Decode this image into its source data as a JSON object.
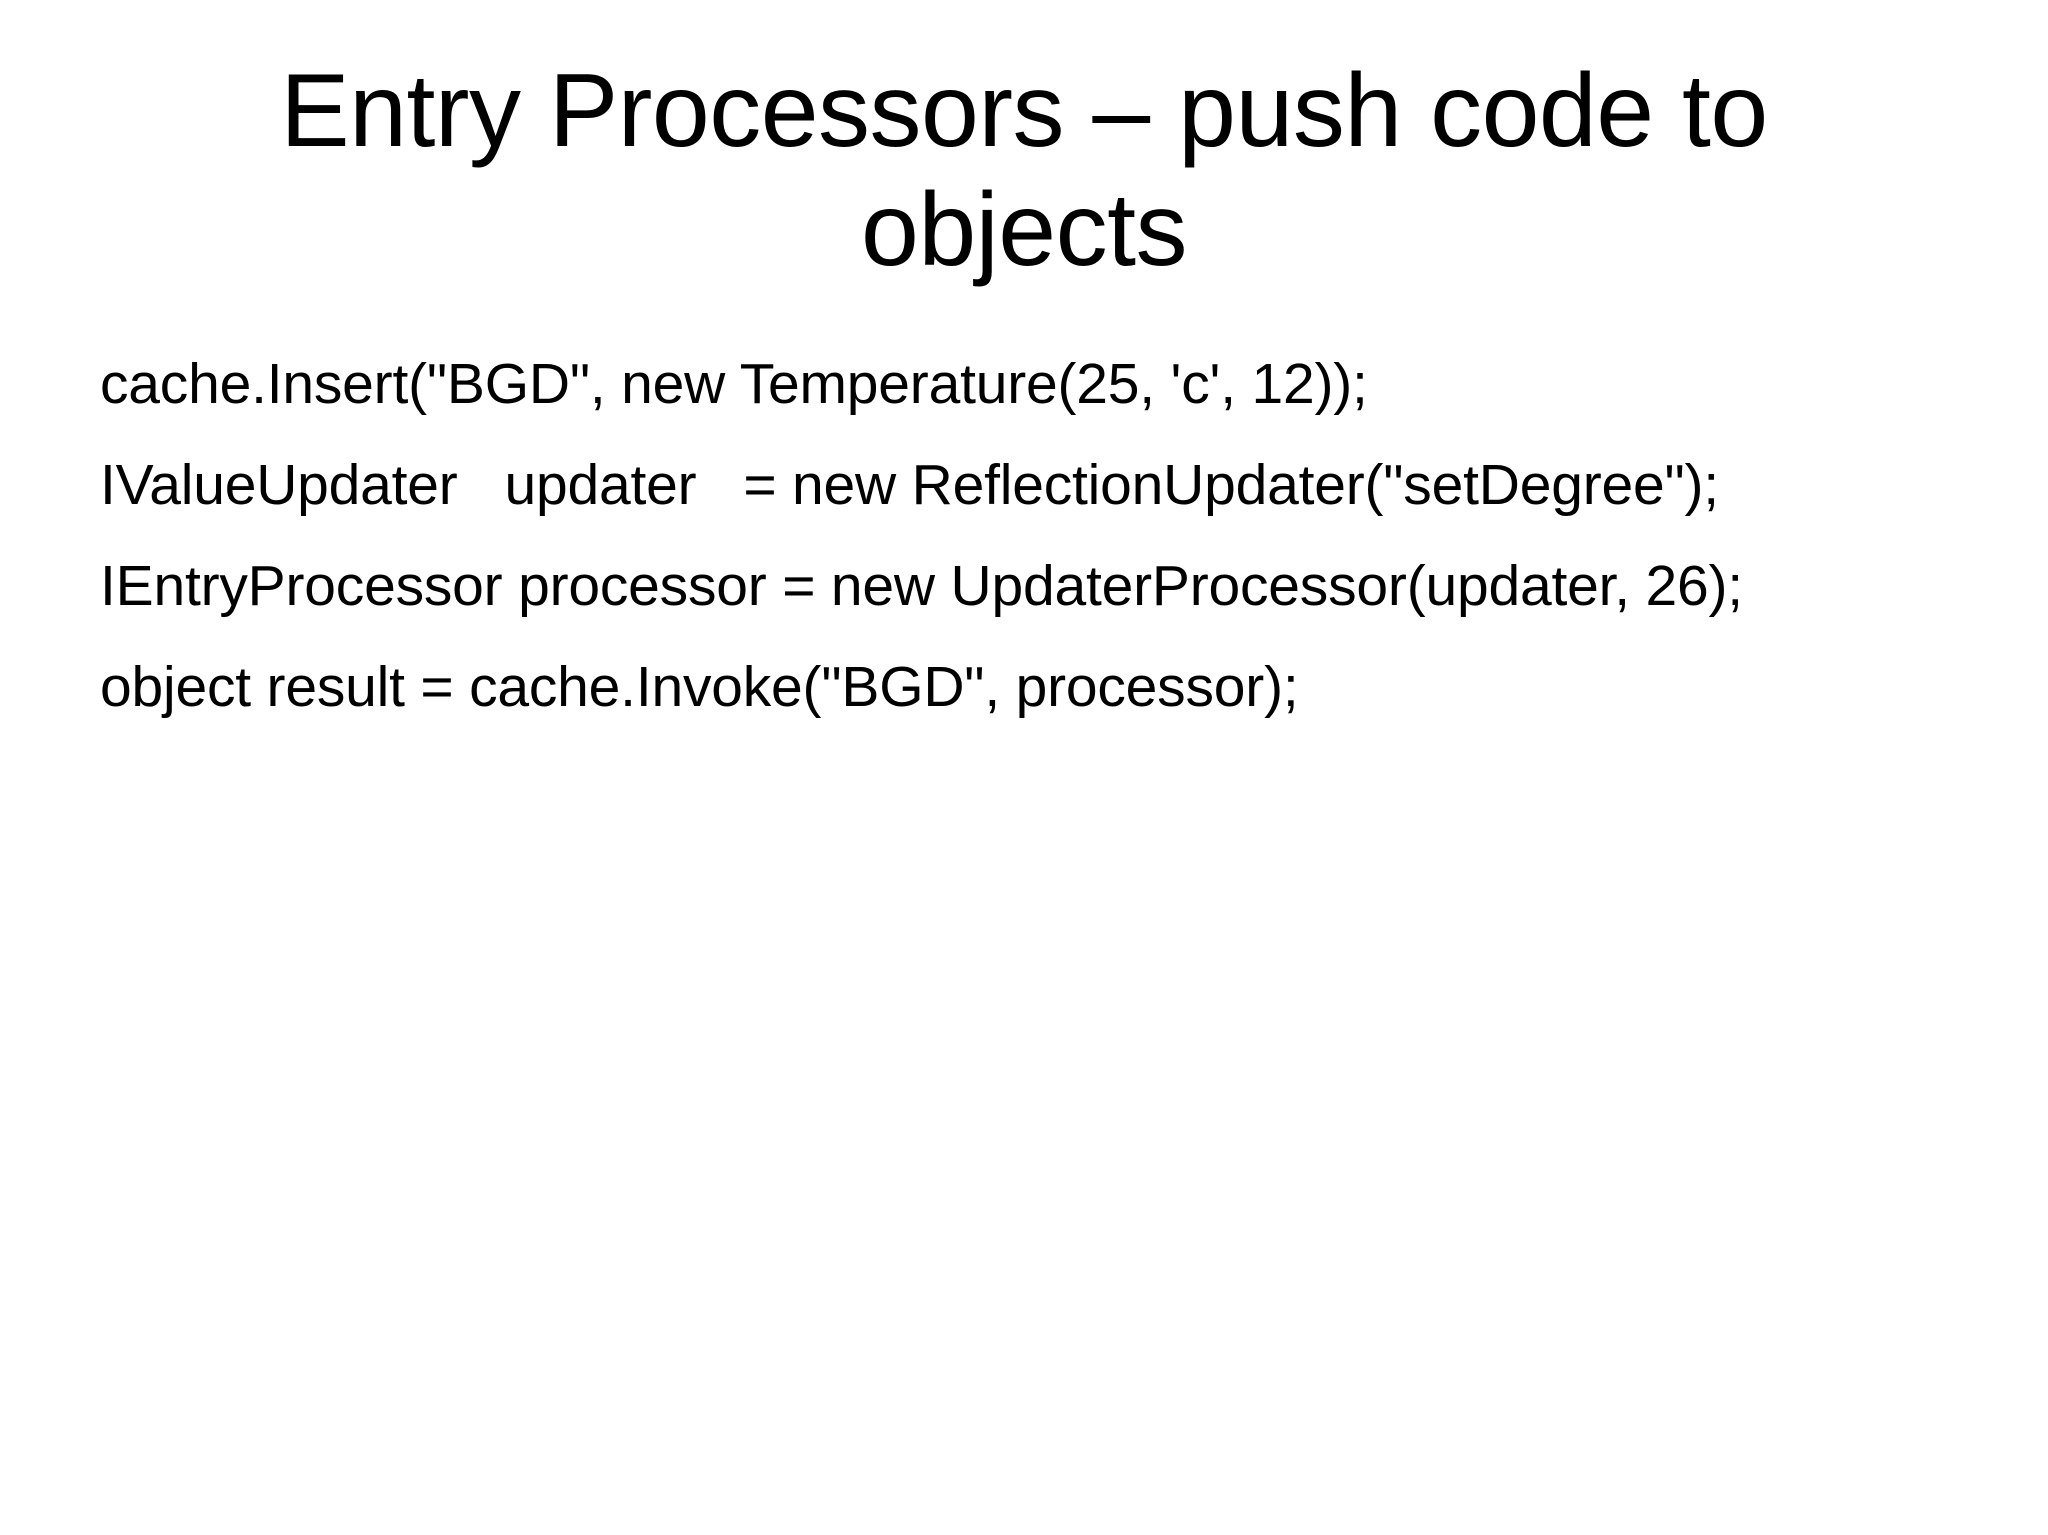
{
  "slide": {
    "background_color": "#ffffff",
    "text_color": "#000000",
    "title": {
      "full": "Entry Processors – push code to objects",
      "lines": [
        "Entry Processors – push code to",
        "objects"
      ]
    },
    "body": {
      "code_lines": [
        "cache.Insert(\"BGD\", new Temperature(25, 'c', 12));",
        "IValueUpdater   updater   = new ReflectionUpdater(\"setDegree\");",
        "IEntryProcessor processor = new UpdaterProcessor(updater, 26);",
        "object result = cache.Invoke(\"BGD\", processor);"
      ]
    }
  }
}
